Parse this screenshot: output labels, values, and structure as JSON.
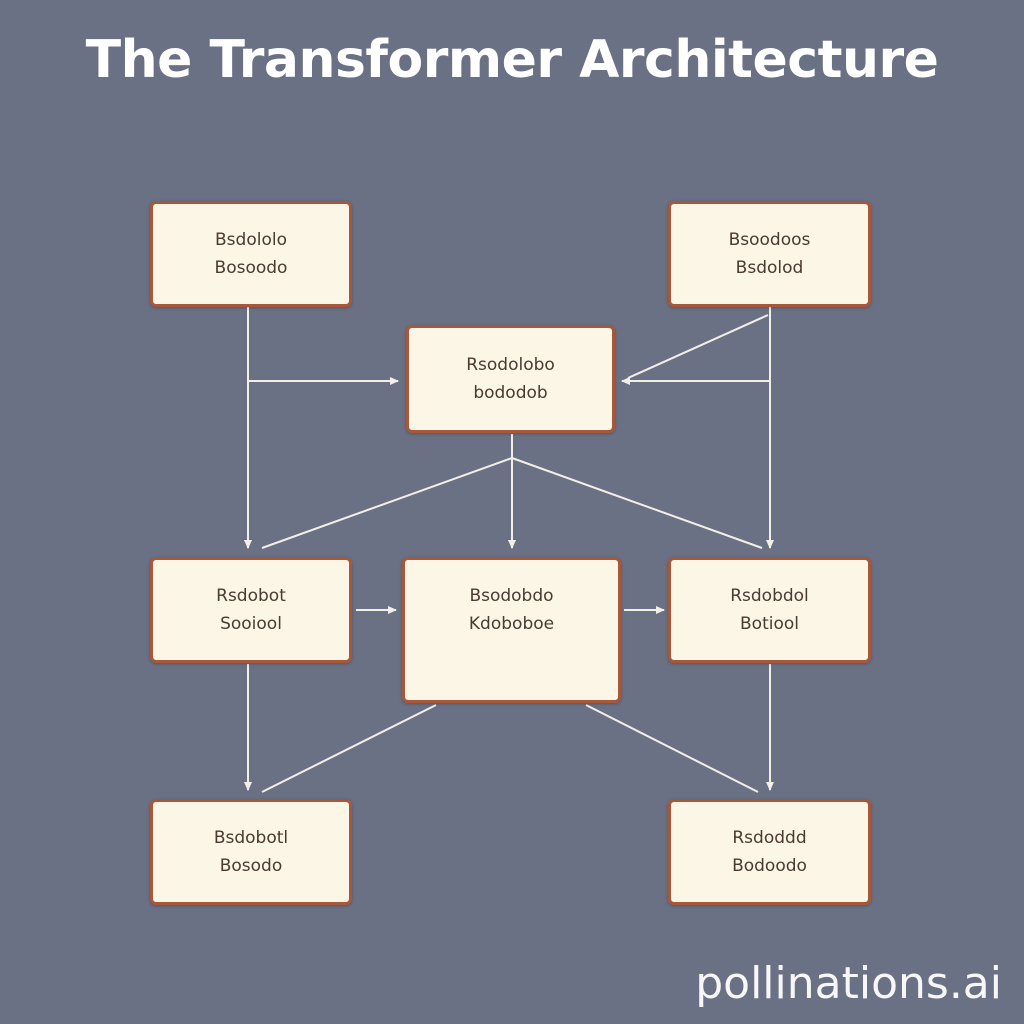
{
  "title": "The Transformer Architecture",
  "watermark": "pollinations.ai",
  "colors": {
    "background": "#6b7185",
    "node_fill": "#fbf6e6",
    "node_border": "#a8583a",
    "edge": "#f2efe6",
    "title_text": "#ffffff"
  },
  "nodes": {
    "top_left": {
      "line1": "Bsdololo",
      "line2": "Bosoodo"
    },
    "top_right": {
      "line1": "Bsoodoos",
      "line2": "Bsdolod"
    },
    "center_top": {
      "line1": "Rsodolobo",
      "line2": "bododob"
    },
    "mid_left": {
      "line1": "Rsdobot",
      "line2": "Sooiool"
    },
    "mid_center": {
      "line1": "Bsodobdo",
      "line2": "Kdoboboe"
    },
    "mid_right": {
      "line1": "Rsdobdol",
      "line2": "Botiool"
    },
    "bottom_left": {
      "line1": "Bsdobotl",
      "line2": "Bosodo"
    },
    "bottom_right": {
      "line1": "Rsdoddd",
      "line2": "Bodoodo"
    }
  }
}
